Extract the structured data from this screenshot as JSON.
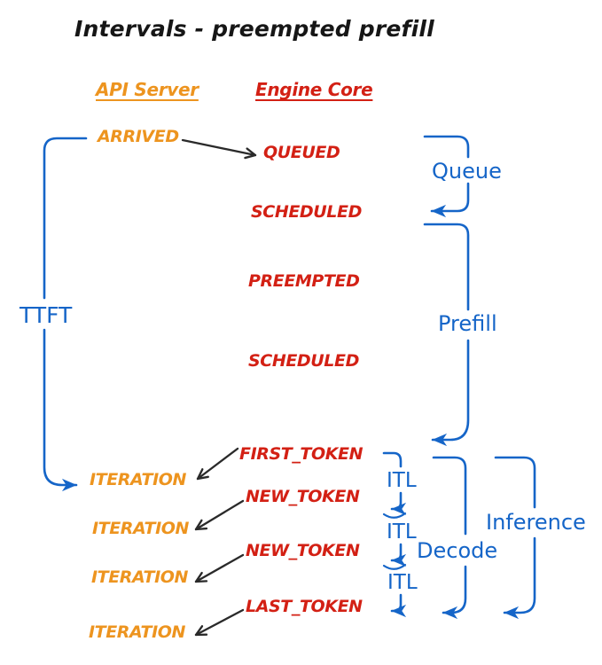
{
  "title": "Intervals - preempted prefill",
  "columns": {
    "api_server": {
      "header": "API Server"
    },
    "engine_core": {
      "header": "Engine Core"
    }
  },
  "events": {
    "api": [
      "ARRIVED",
      "ITERATION",
      "ITERATION",
      "ITERATION",
      "ITERATION"
    ],
    "engine": [
      "QUEUED",
      "SCHEDULED",
      "PREEMPTED",
      "SCHEDULED",
      "FIRST_TOKEN",
      "NEW_TOKEN",
      "NEW_TOKEN",
      "LAST_TOKEN"
    ]
  },
  "intervals": {
    "ttft": "TTFT",
    "queue": "Queue",
    "prefill": "Prefill",
    "itl": [
      "ITL",
      "ITL",
      "ITL"
    ],
    "decode": "Decode",
    "inference": "Inference"
  },
  "colors": {
    "title_black": "#161616",
    "api_orange": "#ed941f",
    "engine_red": "#d32014",
    "interval_blue": "#1565c8",
    "arrow_black": "#2a2a2a"
  }
}
